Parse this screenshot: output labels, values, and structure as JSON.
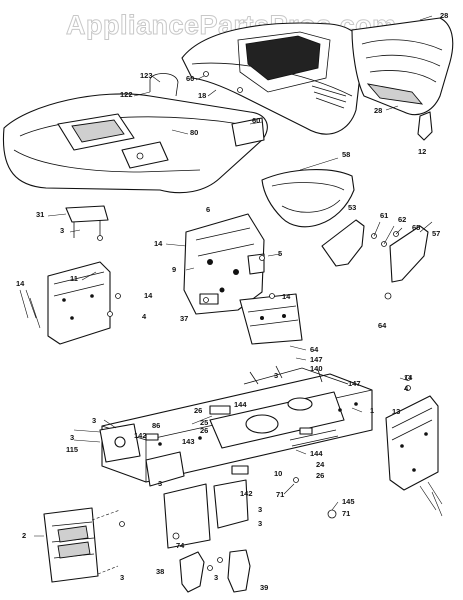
{
  "watermark": "AppliancePartsPros.com",
  "callouts": {
    "c123": "123",
    "c122": "122",
    "c60a": "60",
    "c18": "18",
    "c80": "80",
    "c60b": "60",
    "c28a": "28",
    "c28b": "28",
    "c12": "12",
    "c58": "58",
    "c31": "31",
    "c3a": "3",
    "c6": "6",
    "c14a": "14",
    "c9": "9",
    "c5": "5",
    "c53": "53",
    "c61": "61",
    "c62": "62",
    "c65": "65",
    "c57": "57",
    "c11": "11",
    "c14b": "14",
    "c14c": "14",
    "c4a": "4",
    "c14d": "14",
    "c37": "37",
    "c64a": "64",
    "c64b": "64",
    "c147a": "147",
    "c140": "140",
    "c3b": "3",
    "c147b": "147",
    "c14e": "14",
    "c4b": "4",
    "c1": "1",
    "c13": "13",
    "c3c": "3",
    "c144a": "144",
    "c26a": "26",
    "c25": "25",
    "c26b": "26",
    "c86": "86",
    "c3d": "3",
    "c115": "115",
    "c142a": "142",
    "c143": "143",
    "c144b": "144",
    "c24": "24",
    "c26c": "26",
    "c10": "10",
    "c71a": "71",
    "c145": "145",
    "c71b": "71",
    "c142b": "142",
    "c3e": "3",
    "c3f": "3",
    "c3g": "3",
    "c2": "2",
    "c74": "74",
    "c3h": "3",
    "c3i": "3",
    "c38": "38",
    "c39": "39"
  }
}
